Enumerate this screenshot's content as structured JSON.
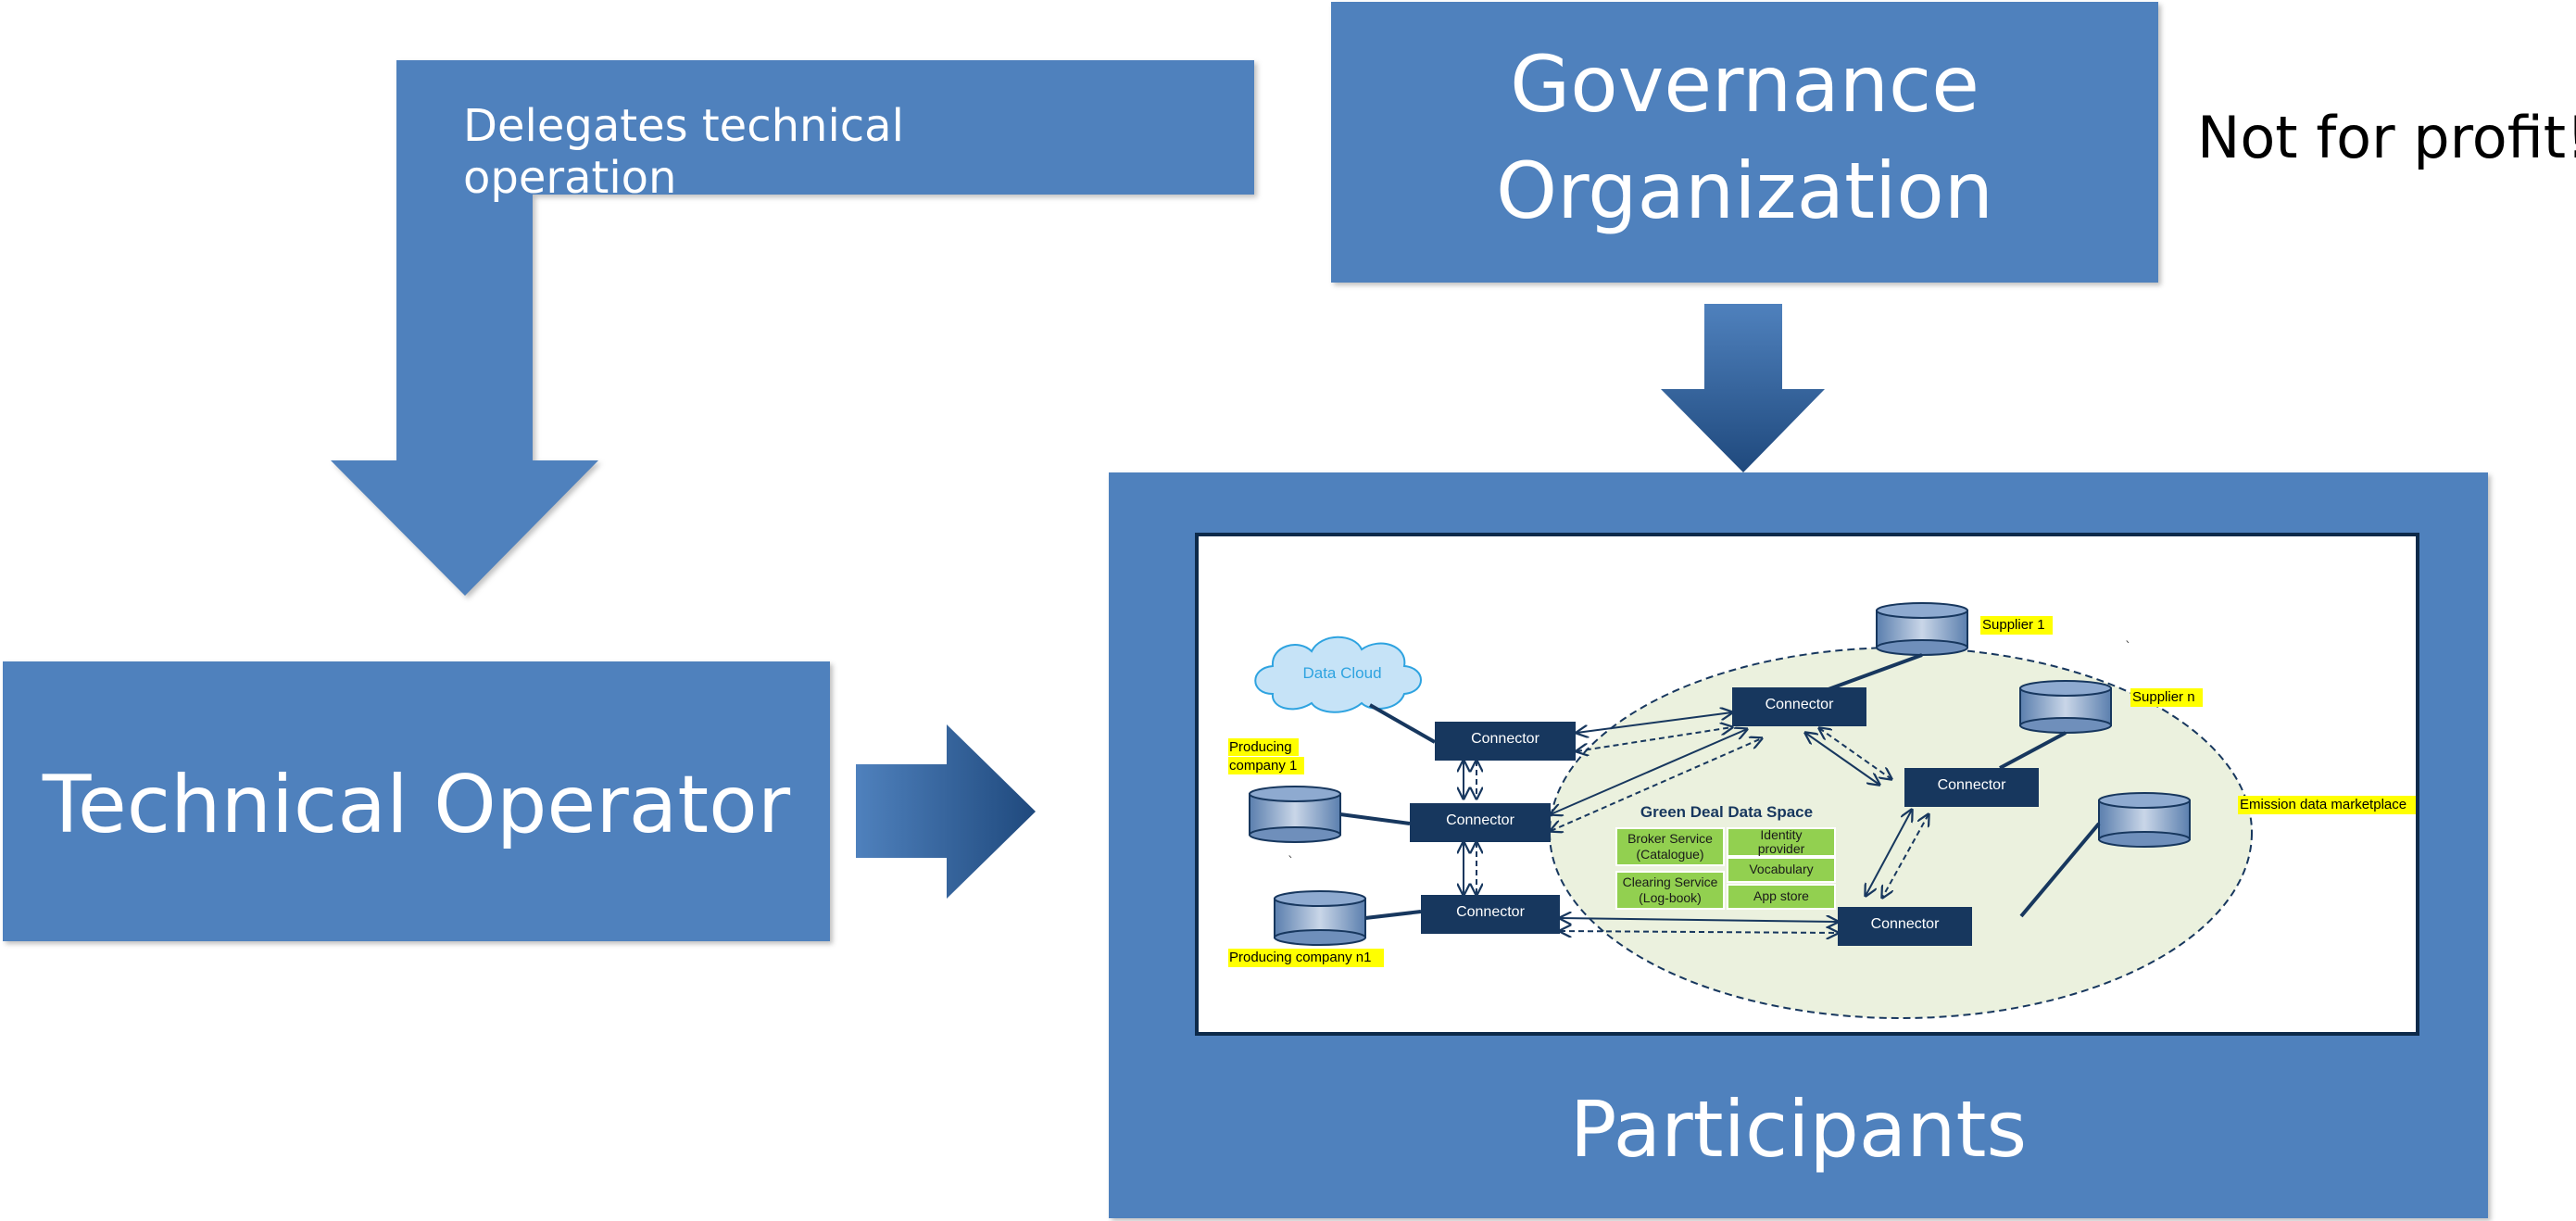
{
  "labels": {
    "delegates": "Delegates technical operation",
    "governance_line1": "Governance",
    "governance_line2": "Organization",
    "not_for_profit": "Not for profit!",
    "technical_operator": "Technical Operator",
    "participants": "Participants"
  },
  "inner": {
    "data_cloud": "Data Cloud",
    "green_deal": "Green Deal Data Space",
    "connector": "Connector",
    "supplier_1": "Supplier 1",
    "supplier_n": "Supplier n",
    "producing_company_1_line1": "Producing",
    "producing_company_1_line2": "company 1",
    "producing_company_n1": "Producing company n1",
    "emission_marketplace": "Emission data marketplace",
    "broker_line1": "Broker Service",
    "broker_line2": "(Catalogue)",
    "clearing_line1": "Clearing Service",
    "clearing_line2": "(Log-book)",
    "identity_line1": "Identity",
    "identity_line2": "provider",
    "vocabulary": "Vocabulary",
    "app_store": "App store"
  },
  "colors": {
    "block": "#4f81bd",
    "connector": "#17375e",
    "ellipse_fill": "#ebf1de",
    "service_green": "#92d050",
    "label_highlight": "#ffff00",
    "cloud": "#c6e3f7"
  }
}
